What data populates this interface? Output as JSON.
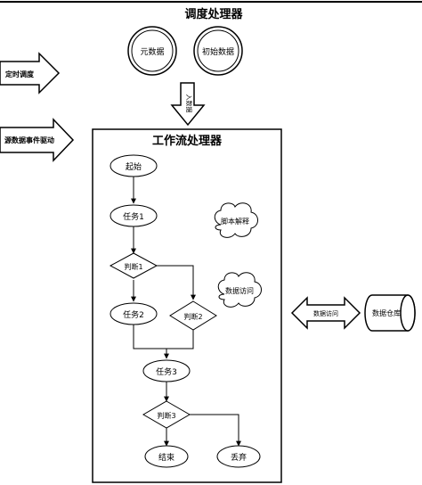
{
  "dispatcher_title": "调度处理器",
  "circles": {
    "meta": "元数据",
    "initial": "初始数据"
  },
  "inputs": {
    "timed": "定时调度",
    "event": "源数据事件驱动"
  },
  "arrow_down_label": "入数据",
  "workflow": {
    "title": "工作流处理器",
    "nodes": {
      "start": "起始",
      "task1": "任务1",
      "judge1": "判断1",
      "task2": "任务2",
      "judge2": "判断2",
      "task3": "任务3",
      "judge3": "判断3",
      "end": "结束",
      "discard": "丢弃"
    },
    "clouds": {
      "script": "脚本解释",
      "data_access": "数据访问"
    }
  },
  "warehouse": {
    "arrow_label": "数据访问",
    "store": "数据仓库"
  }
}
